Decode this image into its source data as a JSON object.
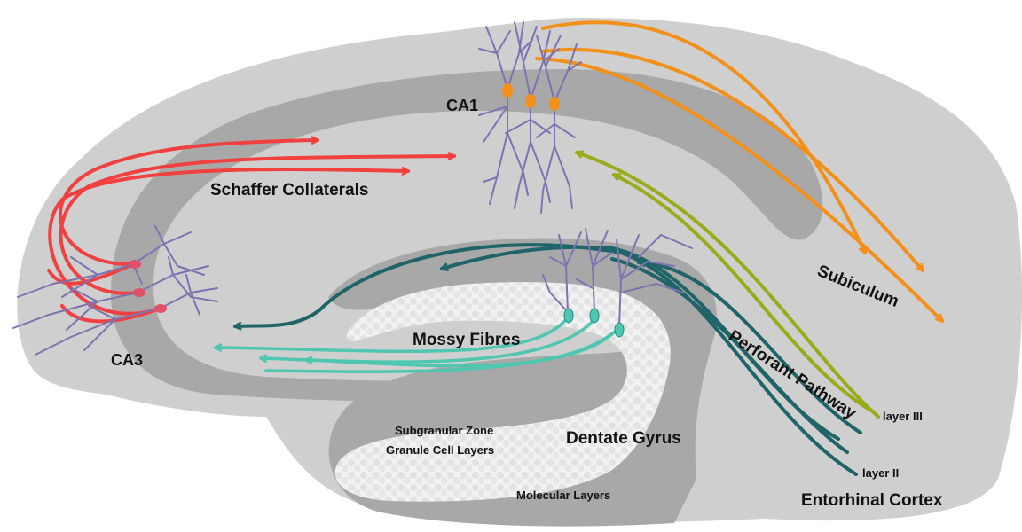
{
  "labels": {
    "ca1": "CA1",
    "ca3": "CA3",
    "schaffer": "Schaffer Collaterals",
    "subiculum": "Subiculum",
    "mossy": "Mossy Fibres",
    "perforant": "Perforant Pathway",
    "dentate": "Dentate Gyrus",
    "subgranular": "Subgranular Zone",
    "granule": "Granule Cell Layers",
    "molecular": "Molecular Layers",
    "layer3": "layer III",
    "layer2": "layer II",
    "entorhinal": "Entorhinal Cortex"
  },
  "colors": {
    "background": "#ffffff",
    "tissue": "#cfcfcf",
    "tissue_dark": "#a8a8a8",
    "granule_layer": "#f0f0f0",
    "schaffer": "#f04040",
    "subiculum_axons": "#f39019",
    "perforant_l3": "#9aaa1a",
    "perforant_l2": "#1f6468",
    "mossy": "#4fc6b0",
    "neuron": "#7b74b0",
    "soma_ca1": "#f39019",
    "soma_ca3": "#e0506a",
    "soma_dg": "#4fc6b0"
  }
}
